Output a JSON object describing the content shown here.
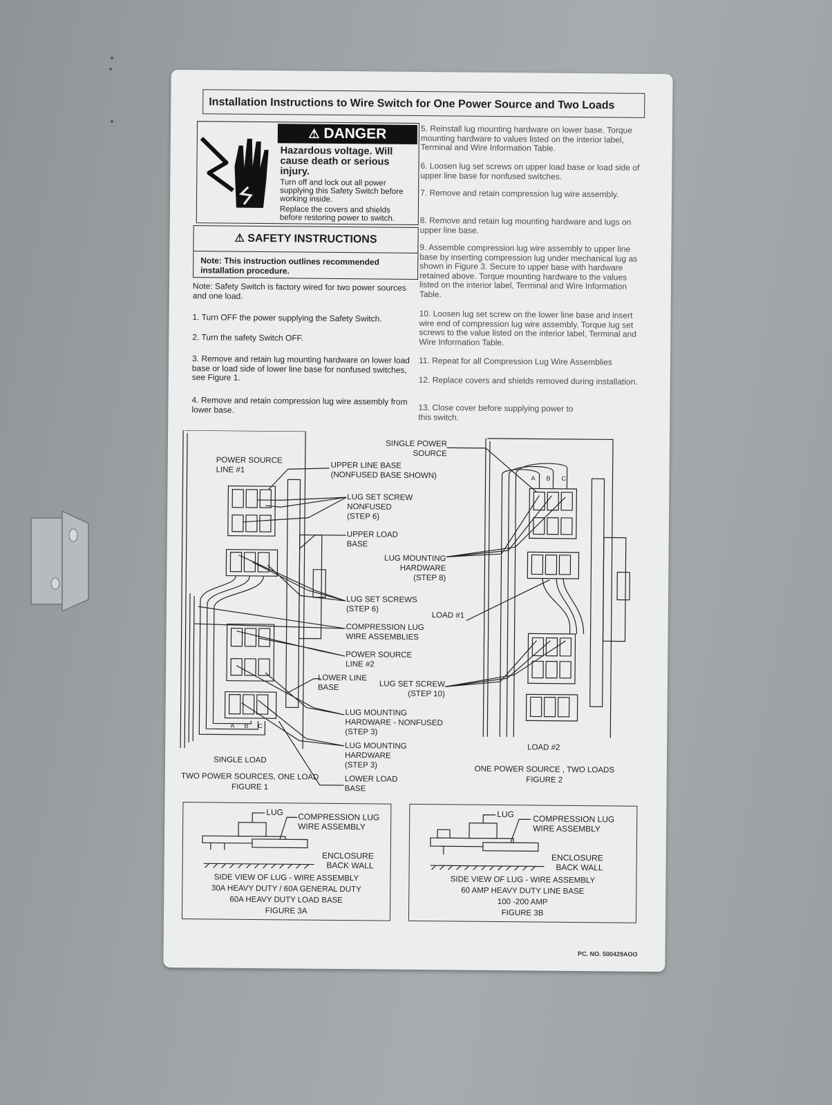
{
  "title": "Installation Instructions to Wire Switch for One Power Source and Two Loads",
  "danger": {
    "heading": "DANGER",
    "hazard": "Hazardous voltage. Will cause death or serious injury.",
    "line1": "Turn off and lock out all power supplying this Safety Switch before working inside.",
    "line2": "Replace the covers and shields before restoring power to switch."
  },
  "safety": {
    "heading": "SAFETY INSTRUCTIONS",
    "note": "Note: This instruction outlines recommended installation procedure."
  },
  "left_steps": {
    "note": "Note: Safety Switch is factory wired for two power sources and one load.",
    "s1": "1. Turn OFF the power supplying the Safety Switch.",
    "s2": "2. Turn the safety Switch OFF.",
    "s3": "3. Remove and retain lug mounting hardware on lower load base or load side of lower line base for nonfused switches, see Figure 1.",
    "s4": "4. Remove and retain compression lug wire assembly from lower base."
  },
  "right_steps": {
    "s5": "5. Reinstall lug mounting hardware on lower base. Torque mounting hardware to values listed on the interior label, Terminal and Wire Information Table.",
    "s6": "6. Loosen lug set screws on upper load base or load side of upper line base for nonfused switches.",
    "s7": "7. Remove and retain compression lug wire assembly.",
    "s8": "8. Remove and retain lug mounting hardware and lugs on upper line base.",
    "s9": "9. Assemble compression lug wire assembly to upper line base by inserting compression lug under mechanical lug as shown in Figure 3. Secure to upper base with hardware retained above. Torque mounting hardware to the values listed on the interior label, Terminal and Wire Information Table.",
    "s10": "10. Loosen lug set screw on the lower line base and insert wire end of compression lug wire assembly. Torque lug set screws to the value listed on the interior label, Terminal and Wire Information Table.",
    "s11": "11. Repeat for all Compression Lug Wire Assemblies",
    "s12": "12. Replace covers and shields removed during installation.",
    "s13": "13. Close cover before supplying power to this switch."
  },
  "figure1": {
    "power_source_1": "POWER SOURCE LINE #1",
    "upper_line_base": "UPPER LINE BASE (NONFUSED BASE SHOWN)",
    "lug_set_screw": "LUG SET SCREW NONFUSED (STEP 6)",
    "upper_load_base": "UPPER LOAD BASE",
    "lug_set_screws": "LUG SET SCREWS (STEP 6)",
    "compression_lug": "COMPRESSION LUG WIRE ASSEMBLIES",
    "power_source_2": "POWER SOURCE LINE #2",
    "lower_line_base": "LOWER LINE BASE",
    "lug_mounting_nonfused": "LUG MOUNTING HARDWARE - NONFUSED (STEP 3)",
    "lug_mounting_hw": "LUG MOUNTING HARDWARE (STEP 3)",
    "lower_load_base": "LOWER LOAD BASE",
    "single_load": "SINGLE LOAD",
    "caption": "TWO POWER SOURCES, ONE LOAD",
    "fig_no": "FIGURE 1",
    "phases": [
      "A",
      "B",
      "C"
    ]
  },
  "figure2": {
    "single_power_source": "SINGLE POWER SOURCE",
    "lug_mounting_hw": "LUG MOUNTING HARDWARE (STEP 8)",
    "load1": "LOAD #1",
    "lug_set_screw": "LUG SET SCREW (STEP 10)",
    "load2": "LOAD #2",
    "caption": "ONE POWER SOURCE , TWO LOADS",
    "fig_no": "FIGURE 2",
    "phases": [
      "A",
      "B",
      "C"
    ]
  },
  "figure3a": {
    "lug": "LUG",
    "compression": "COMPRESSION LUG WIRE ASSEMBLY",
    "enclosure": "ENCLOSURE BACK WALL",
    "cap1": "SIDE VIEW OF LUG - WIRE ASSEMBLY",
    "cap2": "30A HEAVY DUTY / 60A GENERAL DUTY",
    "cap3": "60A HEAVY DUTY LOAD BASE",
    "cap4": "FIGURE 3A"
  },
  "figure3b": {
    "lug": "LUG",
    "compression": "COMPRESSION LUG WIRE ASSEMBLY",
    "enclosure": "ENCLOSURE BACK WALL",
    "cap1": "SIDE VIEW OF LUG - WIRE ASSEMBLY",
    "cap2": "60 AMP HEAVY DUTY LINE BASE",
    "cap3": "100 -200 AMP",
    "cap4": "FIGURE 3B"
  },
  "part_no": "PC. NO. 500429AOO"
}
